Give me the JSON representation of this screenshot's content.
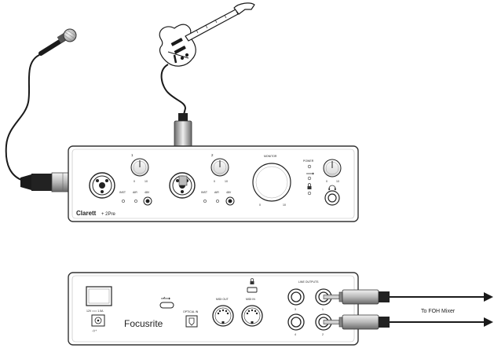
{
  "front_panel": {
    "brand_label": "Clarett",
    "brand_suffix": "+ 2Pre",
    "inputs": [
      {
        "number": "1",
        "buttons": [
          "INST",
          "AIR",
          "48V"
        ]
      },
      {
        "number": "2",
        "buttons": [
          "INST",
          "AIR",
          "48V"
        ]
      }
    ],
    "gain_scale": {
      "min": "0",
      "max": "10"
    },
    "monitor": {
      "label": "MONITOR",
      "scale_min": "0",
      "scale_max": "10"
    },
    "power_label": "POWER",
    "headphone_scale": {
      "min": "0",
      "max": "10"
    }
  },
  "rear_panel": {
    "brand_label": "Focusrite",
    "power_rating": "12V === 1.5A",
    "dc_polarity": "-◎+",
    "optical_label": "OPTICAL IN",
    "midi_out_label": "MIDI OUT",
    "midi_in_label": "MIDI IN",
    "line_outputs_label": "LINE OUTPUTS",
    "output_numbers": [
      "3",
      "1",
      "4",
      "2"
    ]
  },
  "destination_label": "To FOH Mixer",
  "icons": {
    "microphone": "microphone-icon",
    "guitar": "electric-guitar-icon",
    "usb": "usb-icon",
    "lock": "lock-icon",
    "headphones": "headphones-icon"
  }
}
